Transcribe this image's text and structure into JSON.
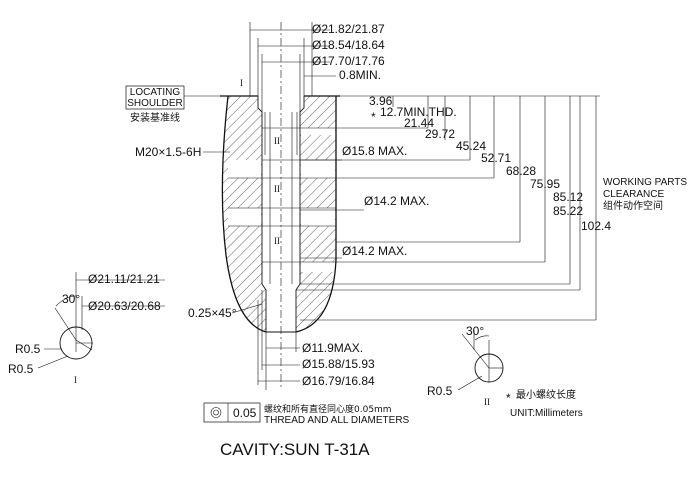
{
  "title": "CAVITY:SUN T-31A",
  "locating": {
    "line1": "LOCATING",
    "line2": "SHOULDER",
    "cn": "安装基准线"
  },
  "thread": "M20×1.5-6H",
  "chamfer": "0.25×45°",
  "top_dims": [
    "Ø21.82/21.87",
    "Ø18.54/18.64",
    "Ø17.70/17.76",
    "0.8MIN."
  ],
  "star": "*",
  "depth_dims": [
    "3.96",
    "12.7MIN.THD.",
    "21.44",
    "29.72",
    "45.24",
    "52.71",
    "68.28",
    "75.95",
    "85.12",
    "85.22",
    "102.4"
  ],
  "max_dims": [
    "Ø15.8 MAX.",
    "Ø14.2 MAX.",
    "Ø14.2 MAX."
  ],
  "bottom_dims": [
    "Ø11.9MAX.",
    "Ø15.88/15.93",
    "Ø16.79/16.84"
  ],
  "working": {
    "line1": "WORKING PARTS",
    "line2": "CLEARANCE",
    "cn": "组件动作空间"
  },
  "detail_left": {
    "angle": "30°",
    "d1": "Ø21.11/21.21",
    "d2": "Ø20.63/20.68",
    "r1": "R0.5",
    "r2": "R0.5",
    "label": "I"
  },
  "detail_right": {
    "angle": "30°",
    "r": "R0.5",
    "label": "II"
  },
  "markers": {
    "I": "I",
    "II": "II"
  },
  "concentricity": {
    "value": "0.05",
    "cn": "螺纹和所有直径同心度0.05mm",
    "en": "THREAD AND ALL DIAMETERS"
  },
  "legend": {
    "star": "*",
    "cn": "最小螺纹长度"
  },
  "unit": "UNIT:Millimeters"
}
